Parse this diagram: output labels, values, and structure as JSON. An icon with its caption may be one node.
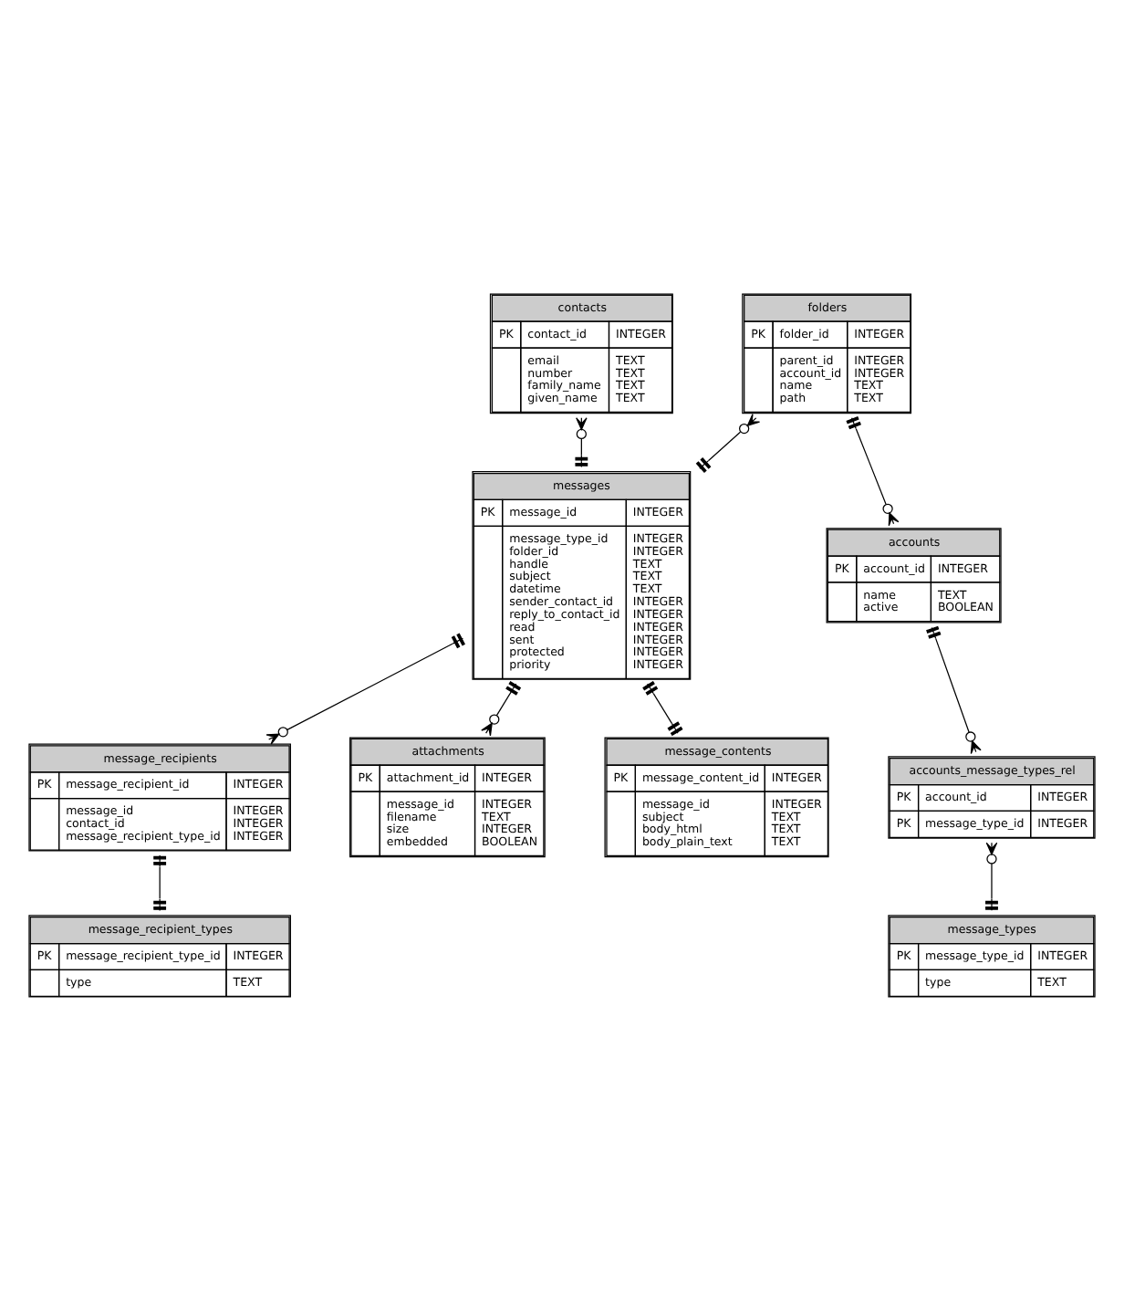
{
  "diagram": {
    "nodes": [
      {
        "text": [
          "contacts",
          "PK",
          "contact_id",
          "INTEGER",
          "email",
          "TEXT",
          "number",
          "TEXT",
          "family_name",
          "TEXT",
          "given_name",
          "TEXT"
        ]
      },
      {
        "text": [
          "messages",
          "PK",
          "message_id",
          "INTEGER",
          "message_type_id",
          "INTEGER",
          "folder_id",
          "INTEGER",
          "handle",
          "TEXT",
          "subject",
          "TEXT",
          "datetime",
          "TEXT",
          "sender_contact_id",
          "INTEGER",
          "reply_to_contact_id",
          "INTEGER",
          "read",
          "INTEGER",
          "sent",
          "INTEGER",
          "protected",
          "INTEGER",
          "priority",
          "INTEGER"
        ]
      },
      {
        "text": [
          "folders",
          "PK",
          "folder_id",
          "INTEGER",
          "parent_id",
          "INTEGER",
          "account_id",
          "INTEGER",
          "name",
          "TEXT",
          "path",
          "TEXT"
        ]
      },
      {
        "text": [
          "accounts",
          "PK",
          "account_id",
          "INTEGER",
          "name",
          "TEXT",
          "active",
          "BOOLEAN"
        ]
      },
      {
        "text": [
          "message_recipients",
          "PK",
          "message_recipient_id",
          "INTEGER",
          "message_id",
          "INTEGER",
          "contact_id",
          "INTEGER",
          "message_recipient_type_id",
          "INTEGER"
        ]
      },
      {
        "text": [
          "attachments",
          "PK",
          "attachment_id",
          "INTEGER",
          "message_id",
          "INTEGER",
          "filename",
          "TEXT",
          "size",
          "INTEGER",
          "embedded",
          "BOOLEAN"
        ]
      },
      {
        "text": [
          "message_recipient_types",
          "PK",
          "message_recipient_type_id",
          "INTEGER",
          "type",
          "TEXT"
        ]
      },
      {
        "text": [
          "accounts_message_types_rel",
          "PK",
          "account_id",
          "INTEGER",
          "PK",
          "message_type_id",
          "INTEGER"
        ]
      },
      {
        "text": [
          "message_contents",
          "PK",
          "message_content_id",
          "INTEGER",
          "message_id",
          "INTEGER",
          "subject",
          "TEXT",
          "body_html",
          "TEXT",
          "body_plain_text",
          "TEXT"
        ]
      },
      {
        "text": [
          "message_types",
          "PK",
          "message_type_id",
          "INTEGER",
          "type",
          "TEXT"
        ]
      }
    ],
    "edges": [
      {
        "from": 0,
        "to": 1,
        "arrow": "other"
      },
      {
        "from": 1,
        "to": 4,
        "arrow": "other"
      },
      {
        "from": 2,
        "to": 1,
        "arrow": "other"
      },
      {
        "from": 2,
        "to": 3,
        "arrow": "other"
      },
      {
        "from": 1,
        "to": 5,
        "arrow": "other"
      },
      {
        "from": 1,
        "to": 8,
        "arrow": "other"
      },
      {
        "from": 3,
        "to": 7,
        "arrow": "other"
      },
      {
        "from": 4,
        "to": 6,
        "arrow": "other"
      },
      {
        "from": 7,
        "to": 9,
        "arrow": "other"
      }
    ]
  }
}
